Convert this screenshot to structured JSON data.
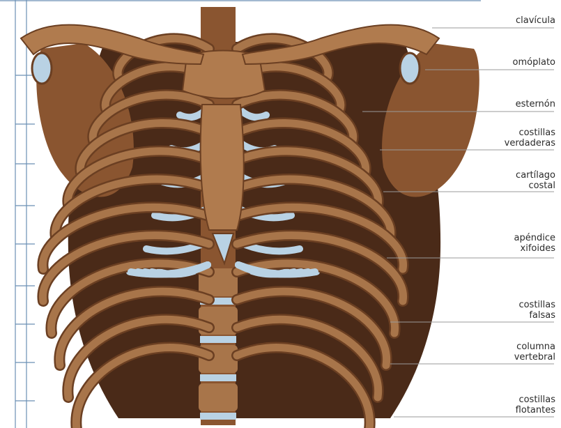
{
  "labels": [
    {
      "id": "clavicula",
      "text": "clavícula"
    },
    {
      "id": "omoplato",
      "text": "omóplato"
    },
    {
      "id": "esternon",
      "text": "esternón"
    },
    {
      "id": "costillas-verdaderas",
      "text": "costillas\nverdaderas"
    },
    {
      "id": "cartilago-costal",
      "text": "cartílago\ncostal"
    },
    {
      "id": "apendice-xifoides",
      "text": "apéndice\nxifoides"
    },
    {
      "id": "costillas-falsas",
      "text": "costillas\nfalsas"
    },
    {
      "id": "columna-vertebral",
      "text": "columna\nvertebral"
    },
    {
      "id": "costillas-flotantes",
      "text": "costillas\nflotantes"
    }
  ],
  "colors": {
    "bone": "#a8754a",
    "bone_shadow": "#6b3f22",
    "cartilage": "#b9d2e4",
    "cavity": "#4a2a18",
    "label_text": "#2a2a2a",
    "leader": "#9a9a9a",
    "grid": "#6a8fb5"
  }
}
